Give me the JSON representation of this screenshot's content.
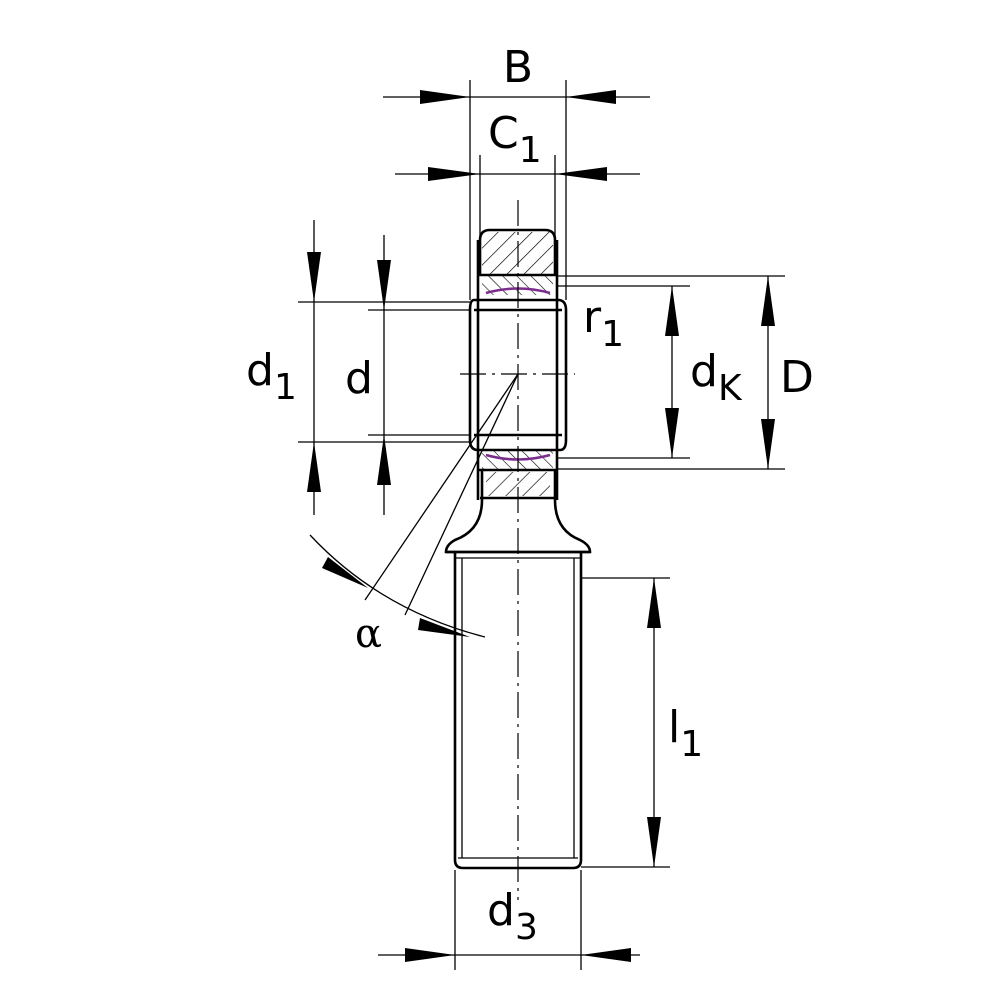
{
  "labels": {
    "B": "B",
    "C1_main": "C",
    "C1_sub": "1",
    "r1_main": "r",
    "r1_sub": "1",
    "d1_main": "d",
    "d1_sub": "1",
    "d": "d",
    "dK_main": "d",
    "dK_sub": "K",
    "D": "D",
    "alpha": "α",
    "l1_main": "l",
    "l1_sub": "1",
    "d3_main": "d",
    "d3_sub": "3"
  },
  "colors": {
    "line": "#000000",
    "liner": "#7b2d8e",
    "background": "#ffffff"
  }
}
